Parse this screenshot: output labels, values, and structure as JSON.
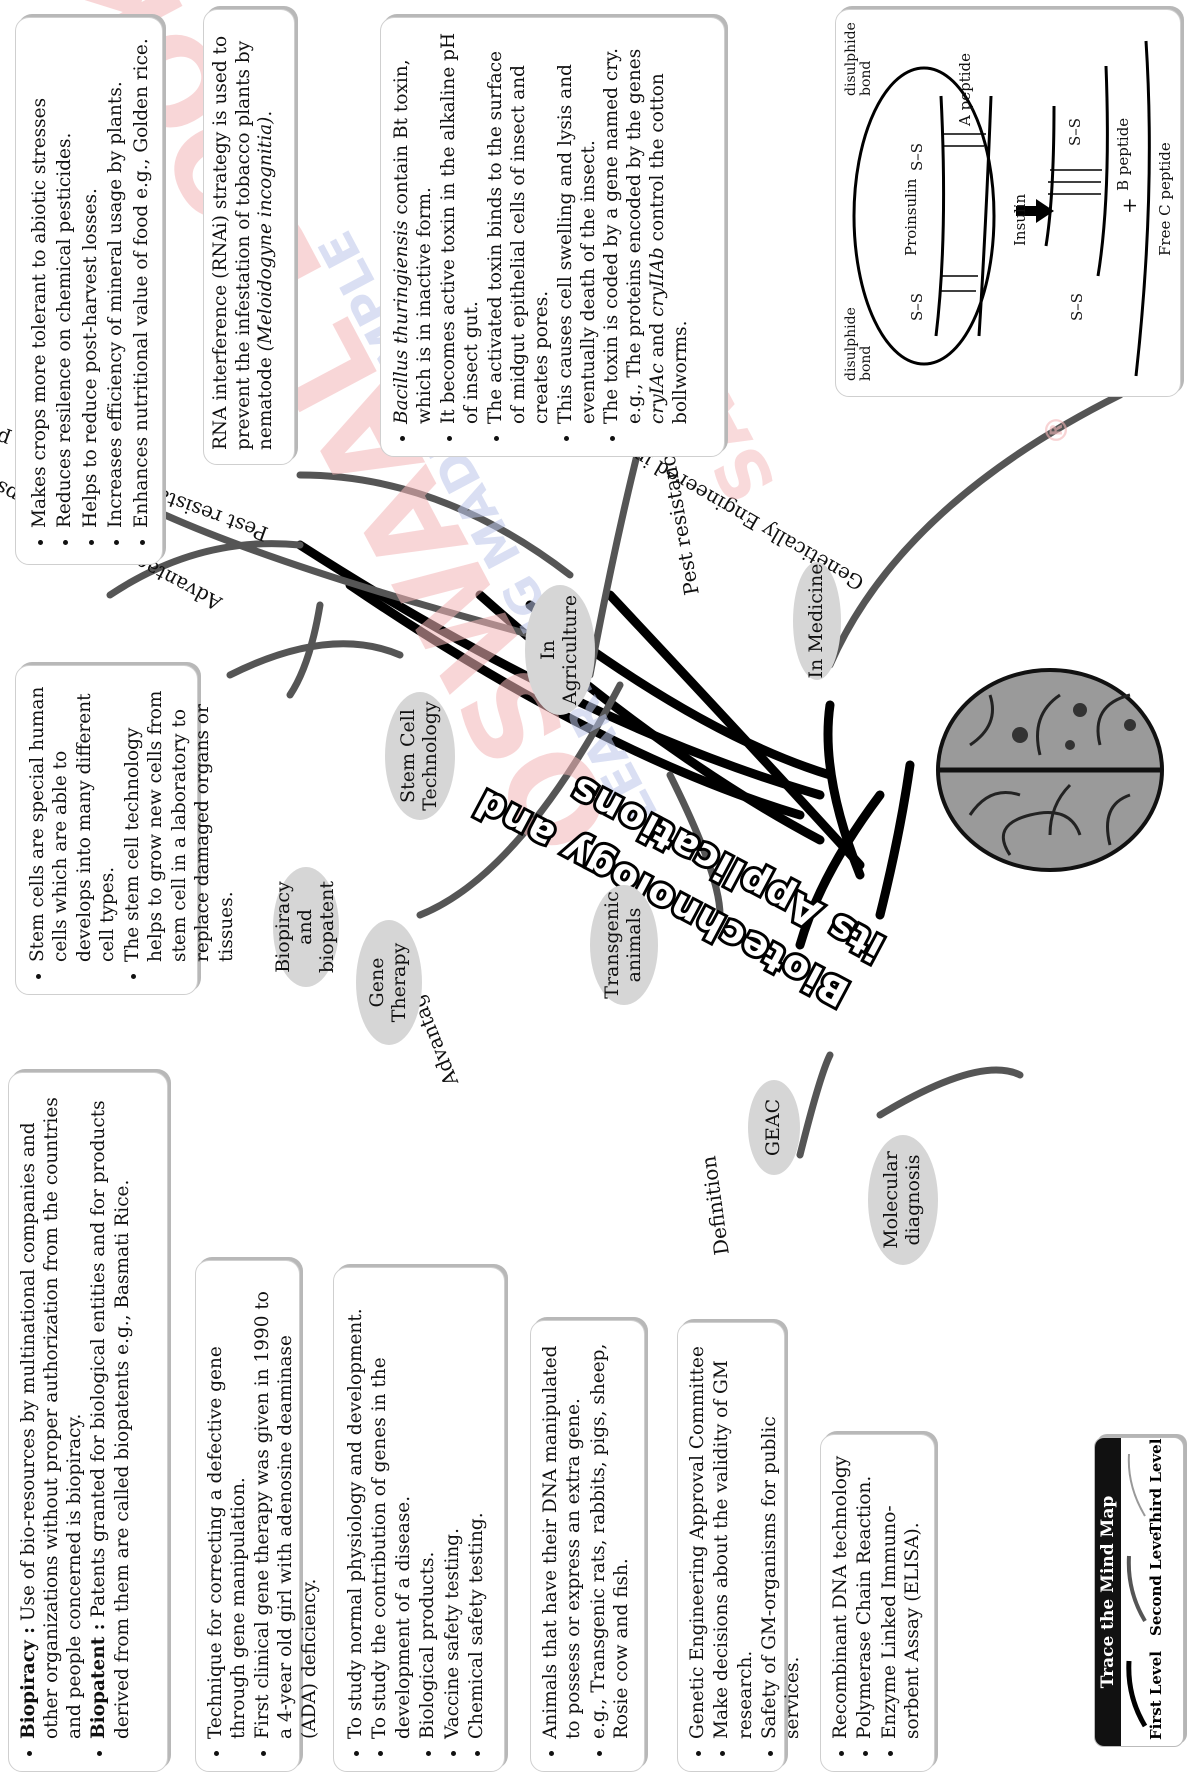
{
  "title": {
    "line1": "Biotechnology and",
    "line2": "its Applications"
  },
  "legend": {
    "header": "Trace the Mind Map",
    "first": "First Level",
    "second": "Second Level",
    "third": "Third Level"
  },
  "nodes": {
    "agriculture": "In Agriculture",
    "medicine": "In Medicine",
    "stem_cell": "Stem Cell Technology",
    "biopiracy": "Biopiracy and biopatent",
    "gene_therapy": "Gene Therapy",
    "transgenic": "Transgenic animals",
    "geac": "GEAC",
    "molecular": "Molecular diagnosis"
  },
  "branch_labels": {
    "gm_crops": "Advantages of GM Crops",
    "tobacco": "Pest resistance in Tobacco plant",
    "cotton": "Pest resistance in Cotton plant",
    "insulin": "Genetically Engineered insulin",
    "advantages": "Advantages",
    "definition": "Definition"
  },
  "boxes": {
    "gm_crops": [
      "Makes crops more tolerant to abiotic stresses",
      "Reduces resilence on chemical pesticides.",
      "Helps to reduce post-harvest losses.",
      "Increases efficiency of mineral usage by plants.",
      "Enhances nutritional value of food e.g., Golden rice."
    ],
    "tobacco": {
      "text1": "RNA interference (RNAi) strategy is used to prevent the infestation of tobacco plants by nematode ",
      "italic": "(Meloidogyne incognitia)",
      "text2": "."
    },
    "cotton": {
      "b1_italic": "Bacillus thuringiensis",
      "b1_text": " contain Bt toxin, which is in inactive form.",
      "b2": "It becomes active toxin in the alkaline pH of insect gut.",
      "b3": "The activated toxin binds to the surface of midgut epithelial cells of insect and creates pores.",
      "b4": "This causes cell swelling and lysis and eventually death of the insect.",
      "b5_text1": "The toxin is coded by a gene named cry. e.g., The proteins encoded by the genes ",
      "b5_gene1": "cryIAc",
      "b5_and": " and ",
      "b5_gene2": "cryIIAb",
      "b5_text2": " control the cotton bollworms."
    },
    "stem_cell": [
      "Stem cells are special human cells which are able to develops into many different cell types.",
      "The stem cell technology helps to grow new cells from stem cell in a laboratory to replace damaged organs or tissues."
    ],
    "biopiracy": {
      "term1": "Biopiracy :",
      "def1": " Use of bio-resources by multinational companies and other organizations without proper authorization from the countries and people concerned is biopiracy.",
      "term2": "Biopatent :",
      "def2": " Patents granted for biological entities and for products derived from them are called biopatents e.g., Basmati Rice."
    },
    "gene_therapy": [
      "Technique for correcting a defective gene through gene manipulation.",
      "First clinical gene therapy was given in 1990 to a 4-year old girl with adenosine deaminase (ADA) deficiency."
    ],
    "advantages": [
      "To study normal physiology and development.",
      "To study the contribution of genes in the development of a disease.",
      "Biological products.",
      "Vaccine safety testing.",
      "Chemical safety testing."
    ],
    "definition": [
      "Animals that have their DNA manipulated to possess or express an extra gene.",
      "e.g., Transgenic rats, rabbits, pigs, sheep, Rosie cow and fish."
    ],
    "geac": [
      "Genetic Engineering Approval Committee",
      "Make decisions about the validity of GM research.",
      "Safety of GM-organisms for public services."
    ],
    "molecular": [
      "Recombinant DNA technology",
      "Polymerase Chain Reaction.",
      "Enzyme Linked Immuno-sorbent Assay (ELISA)."
    ]
  },
  "insulin_diagram": {
    "proinsulin": "Proinsulin",
    "disulphide_bond": "disulphide bond",
    "ss": "S–S",
    "s": "S",
    "a_peptide": "A peptide",
    "insulin": "Insulin",
    "b_peptide": "B peptide",
    "plus": "+",
    "free_c_peptide": "Free C peptide"
  },
  "watermark": {
    "line1": "OSWAAL BOOKS",
    "line2": "LEARNING MADE SIMPLE",
    "reg": "®",
    "sample": "SAMPLE"
  },
  "colors": {
    "node_fill": "#d6d6d6",
    "line": "#000000",
    "watermark_red": "#f4b6b8",
    "watermark_blue": "#bcc6ea"
  }
}
